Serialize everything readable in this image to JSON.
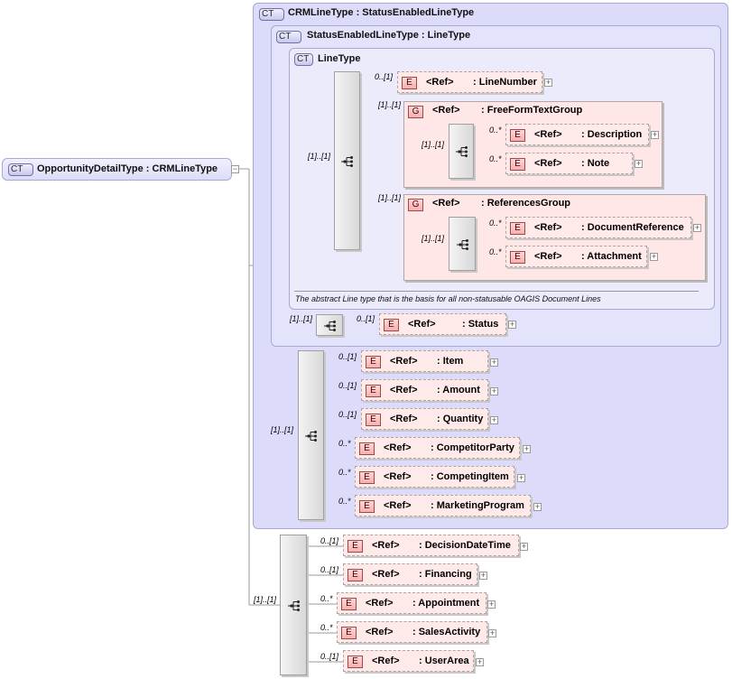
{
  "labels": {
    "ct_badge": "CT",
    "e_badge": "E",
    "g_badge": "G",
    "ref": "<Ref>",
    "plus": "+",
    "minus": "−"
  },
  "root": {
    "name": "OpportunityDetailType : CRMLineType"
  },
  "crm_line_type": {
    "title": "CRMLineType : StatusEnabledLineType"
  },
  "status_enabled_line_type": {
    "title": "StatusEnabledLineType : LineType",
    "status": {
      "card_seq": "[1]..[1]",
      "card": "0..[1]",
      "name": ": Status"
    }
  },
  "line_type": {
    "title": "LineType",
    "seq_card": "[1]..[1]",
    "line_number": {
      "card": "0..[1]",
      "name": ": LineNumber"
    },
    "free_form_group": {
      "card": "[1]..[1]",
      "name": ": FreeFormTextGroup",
      "seq_card": "[1]..[1]",
      "items": [
        {
          "card": "0..*",
          "name": ": Description"
        },
        {
          "card": "0..*",
          "name": ": Note"
        }
      ]
    },
    "references_group": {
      "card": "[1]..[1]",
      "name": ": ReferencesGroup",
      "seq_card": "[1]..[1]",
      "items": [
        {
          "card": "0..*",
          "name": ": DocumentReference"
        },
        {
          "card": "0..*",
          "name": ": Attachment"
        }
      ]
    },
    "note": "The abstract Line type that is the basis for all non-statusable OAGIS Document Lines"
  },
  "crm_elements": {
    "seq_card": "[1]..[1]",
    "items": [
      {
        "card": "0..[1]",
        "name": ": Item"
      },
      {
        "card": "0..[1]",
        "name": ": Amount"
      },
      {
        "card": "0..[1]",
        "name": ": Quantity"
      },
      {
        "card": "0..*",
        "name": ": CompetitorParty"
      },
      {
        "card": "0..*",
        "name": ": CompetingItem"
      },
      {
        "card": "0..*",
        "name": ": MarketingProgram"
      }
    ]
  },
  "opportunity_elements": {
    "seq_card": "[1]..[1]",
    "items": [
      {
        "card": "0..[1]",
        "name": ": DecisionDateTime"
      },
      {
        "card": "0..[1]",
        "name": ": Financing"
      },
      {
        "card": "0..*",
        "name": ": Appointment"
      },
      {
        "card": "0..*",
        "name": ": SalesActivity"
      },
      {
        "card": "0..[1]",
        "name": ": UserArea"
      }
    ]
  }
}
